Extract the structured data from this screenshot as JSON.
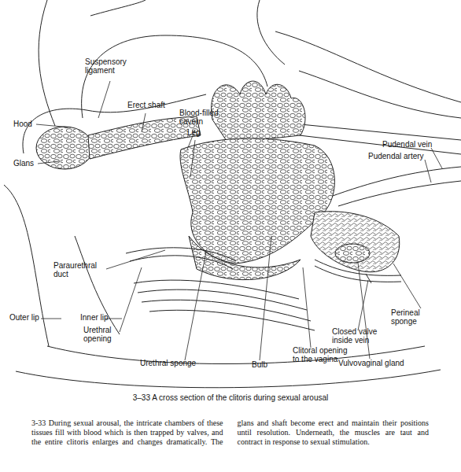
{
  "diagram": {
    "caption": "3–33 A cross section of the clitoris during sexual arousal",
    "labels": [
      "Suspensory ligament",
      "Erect shaft",
      "Blood-filled cavern",
      "Leg",
      "Hood",
      "Glans",
      "Pudendal vein",
      "Pudendal artery",
      "Paraurethral duct",
      "Outer lip",
      "Inner lip",
      "Urethral opening",
      "Urethral sponge",
      "Bulb",
      "Clitoral opening to the vagina",
      "Closed valve inside vein",
      "Vulvovaginal gland",
      "Perineal sponge",
      "3-33 During sexual arousal, the intricate chambers of these tissues fill with blood which is then trapped by valves, and the entire clitoris enlarges and changes dramatically. The glans and shaft become erect and maintain their positions until resolution. Underneath, the muscles are taut and contract in response to sexual stimulation."
    ]
  }
}
